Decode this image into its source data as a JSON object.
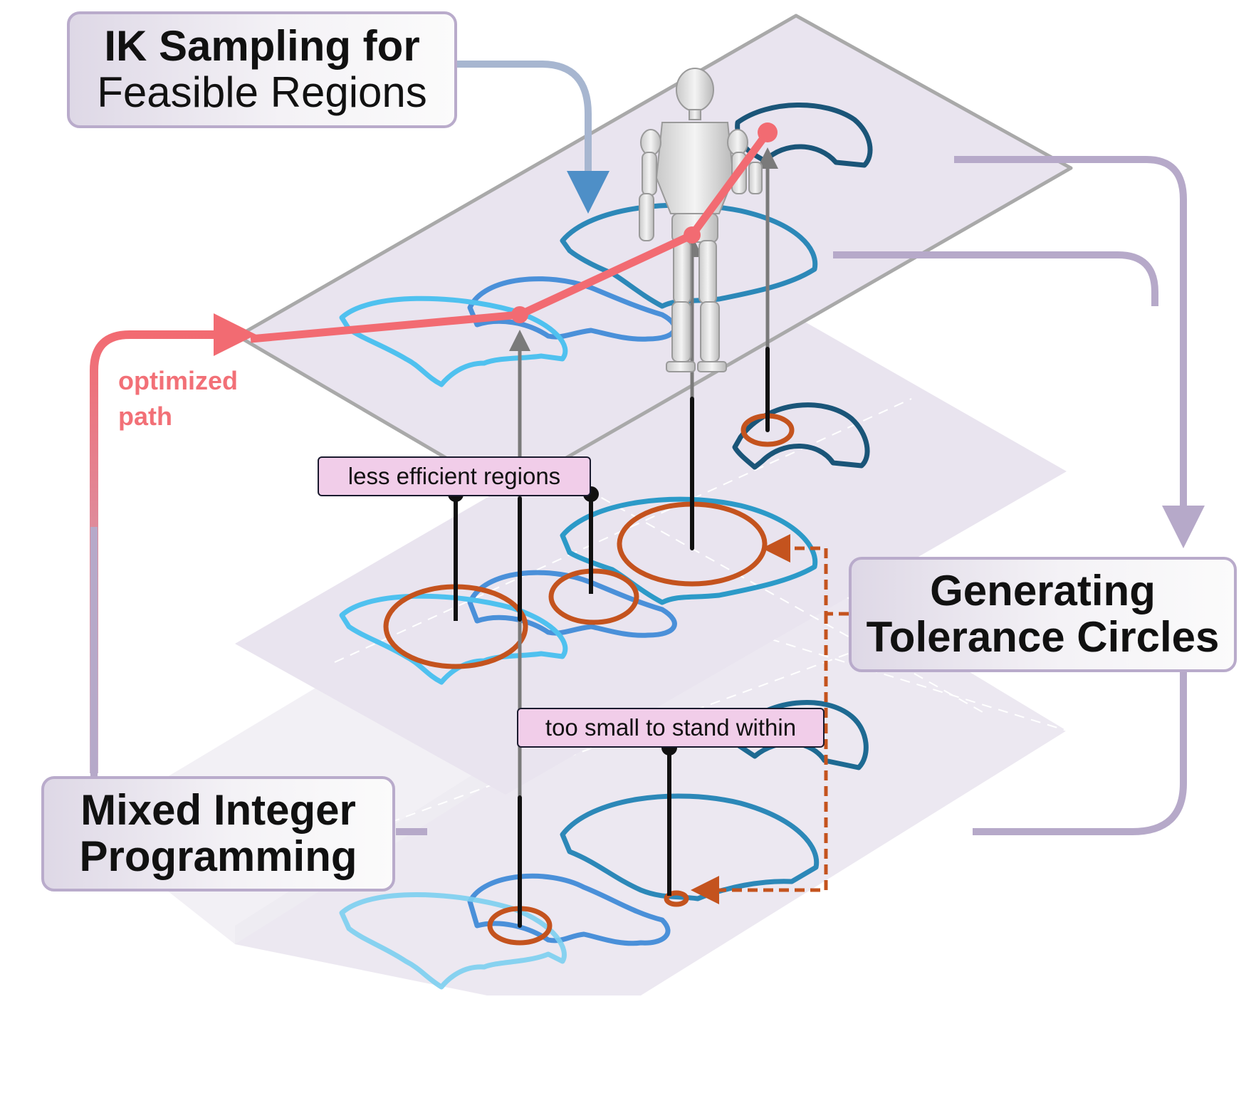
{
  "boxes": {
    "ik_sampling": {
      "line1": "IK Sampling for",
      "line2": "Feasible Regions"
    },
    "tolerance": {
      "line1": "Generating",
      "line2": "Tolerance Circles"
    },
    "mip": {
      "line1": "Mixed Integer",
      "line2": "Programming"
    }
  },
  "notes": {
    "less_efficient": "less efficient regions",
    "too_small": "too small to stand within"
  },
  "path_label": {
    "line1": "optimized",
    "line2": "path"
  },
  "colors": {
    "plane_fill": "#e9e4ef",
    "plane_border": "#a9a9a9",
    "flow_arrow": "#b6a9c9",
    "optimized_path": "#f26b72",
    "tolerance_circle": "#c4531e",
    "region_light": "#4fc1ef",
    "region_mid": "#4a90d9",
    "region_dark": "#1e6a92",
    "region_darkest": "#1a5578",
    "leader_line": "#111111"
  },
  "icons": [
    "humanoid-robot-icon"
  ]
}
